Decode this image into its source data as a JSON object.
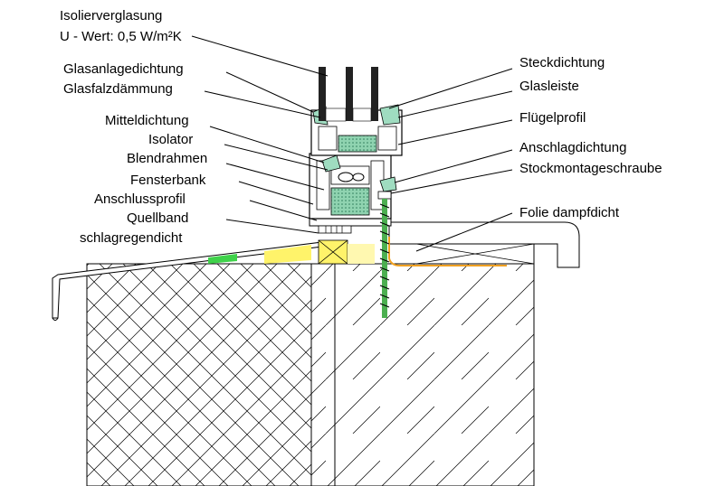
{
  "labels_left": [
    "Isolierverglasung",
    "U - Wert: 0,5 W/m²K",
    "Glasanlagedichtung",
    "Glasfalzdämmung",
    "Mitteldichtung",
    "Isolator",
    "Blendrahmen",
    "Fensterbank",
    "Anschlussprofil",
    "Quellband",
    "schlagregendicht"
  ],
  "labels_right": [
    "Steckdichtung",
    "Glasleiste",
    "Flügelprofil",
    "Anschlagdichtung",
    "Stockmontageschraube",
    "Folie dampfdicht"
  ],
  "colors": {
    "gasket_green": "#9fdcc0",
    "quellband_yellow": "#fff36a",
    "band_green": "#3fd24a",
    "folie_orange": "#f0a020",
    "screw_green": "#4caf50"
  }
}
